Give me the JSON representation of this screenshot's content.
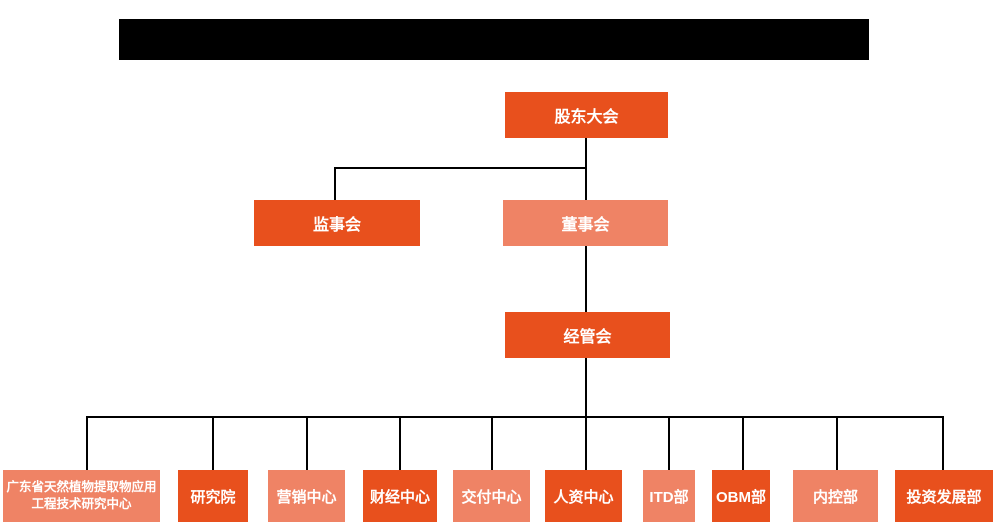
{
  "page": {
    "background": "#ffffff"
  },
  "header_bar": {
    "redacted": true,
    "color": "#000000"
  },
  "colors": {
    "primary_orange": "#E8501D",
    "secondary_salmon": "#EF8365",
    "connector": "#000000",
    "label_text": "#ffffff"
  },
  "org": {
    "nodes": {
      "shareholders": {
        "label": "股东大会",
        "variant": "primary"
      },
      "supervisors": {
        "label": "监事会",
        "variant": "primary"
      },
      "board": {
        "label": "董事会",
        "variant": "secondary"
      },
      "management": {
        "label": "经管会",
        "variant": "primary"
      }
    },
    "departments": [
      {
        "label": "广东省天然植物提取物应用工程技术研究中心",
        "variant": "secondary"
      },
      {
        "label": "研究院",
        "variant": "primary"
      },
      {
        "label": "营销中心",
        "variant": "secondary"
      },
      {
        "label": "财经中心",
        "variant": "primary"
      },
      {
        "label": "交付中心",
        "variant": "secondary"
      },
      {
        "label": "人资中心",
        "variant": "primary"
      },
      {
        "label": "ITD部",
        "variant": "secondary"
      },
      {
        "label": "OBM部",
        "variant": "primary"
      },
      {
        "label": "内控部",
        "variant": "secondary"
      },
      {
        "label": "投资发展部",
        "variant": "primary"
      }
    ]
  }
}
